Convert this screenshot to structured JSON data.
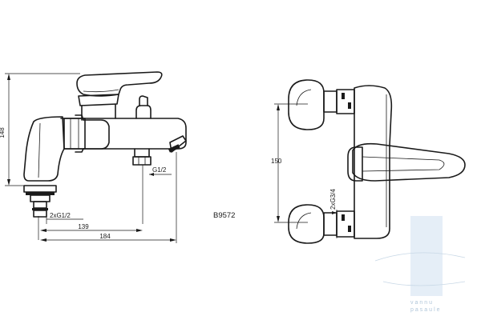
{
  "diagram": {
    "product_code": "B9572",
    "side_view": {
      "height_label": "148",
      "spout_thread_label": "G1/2",
      "inlet_thread_label": "2xG1/2",
      "inlet_spacing_label": "139",
      "overall_width_label": "184"
    },
    "front_view": {
      "height_label": "150",
      "inlet_thread_label": "2xG3/4"
    }
  },
  "watermark": {
    "line1": "vannu",
    "line2": "pasaule",
    "color": "#bcd4ea"
  },
  "colors": {
    "line": "#1a1a1a",
    "background": "#ffffff"
  }
}
